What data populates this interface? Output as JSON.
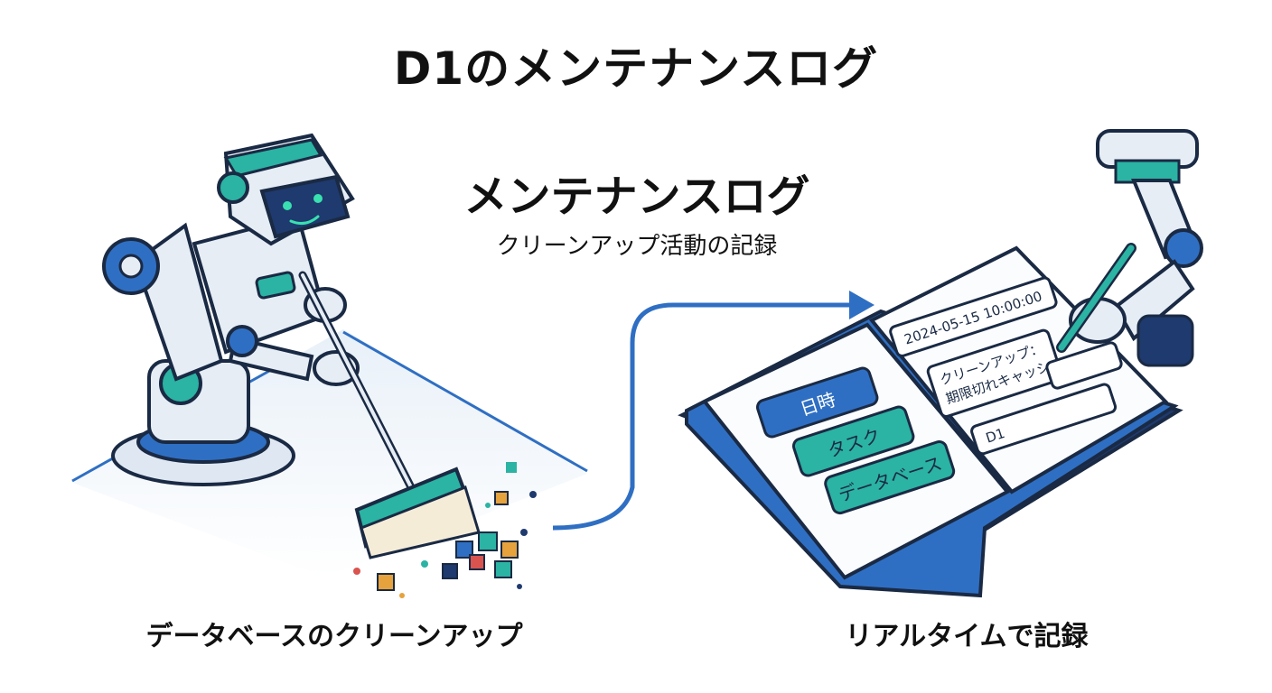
{
  "title": "D1のメンテナンスログ",
  "center": {
    "heading": "メンテナンスログ",
    "subheading": "クリーンアップ活動の記録"
  },
  "captions": {
    "left": "データベースのクリーンアップ",
    "right": "リアルタイムで記録"
  },
  "notebook": {
    "left_tabs": [
      "日時",
      "タスク",
      "データベース"
    ],
    "right_entries": {
      "datetime": "2024-05-15 10:00:00",
      "task_line1": "クリーンアップ：",
      "task_line2": "期限切れキャッシ",
      "database": "D1"
    }
  },
  "colors": {
    "accent_blue": "#2f6fc3",
    "navy": "#1e3a6e",
    "teal": "#2bb3a3",
    "robot_light": "#e6edf5",
    "line": "#1a2a44"
  }
}
